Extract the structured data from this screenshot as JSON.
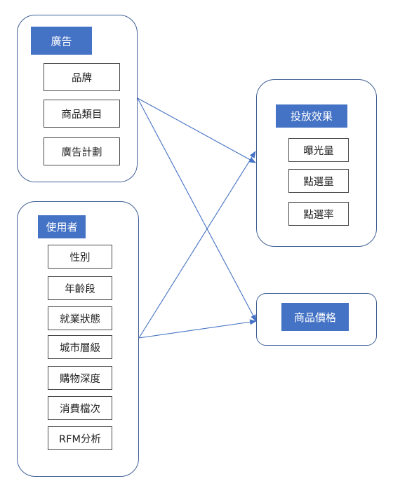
{
  "groups": {
    "ad": {
      "title": "廣告",
      "items": [
        "品牌",
        "商品類目",
        "廣告計劃"
      ]
    },
    "user": {
      "title": "使用者",
      "items": [
        "性別",
        "年齡段",
        "就業狀態",
        "城市層級",
        "購物深度",
        "消費檔次",
        "RFM分析"
      ]
    },
    "effect": {
      "title": "投放效果",
      "items": [
        "曝光量",
        "點選量",
        "點選率"
      ]
    },
    "price": {
      "title": "商品價格"
    }
  },
  "colors": {
    "header_fill": "#4472c4",
    "group_border": "#3f5f94",
    "arrow": "#4472c4"
  }
}
